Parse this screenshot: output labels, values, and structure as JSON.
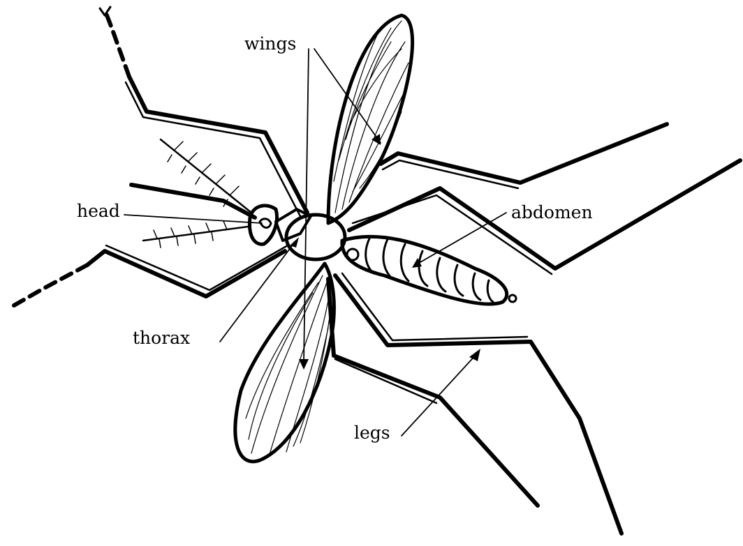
{
  "labels": {
    "wings": "wings",
    "head": "head",
    "abdomen": "abdomen",
    "thorax": "thorax",
    "legs": "legs"
  },
  "colors": {
    "ink": "#000000",
    "background": "#ffffff"
  }
}
